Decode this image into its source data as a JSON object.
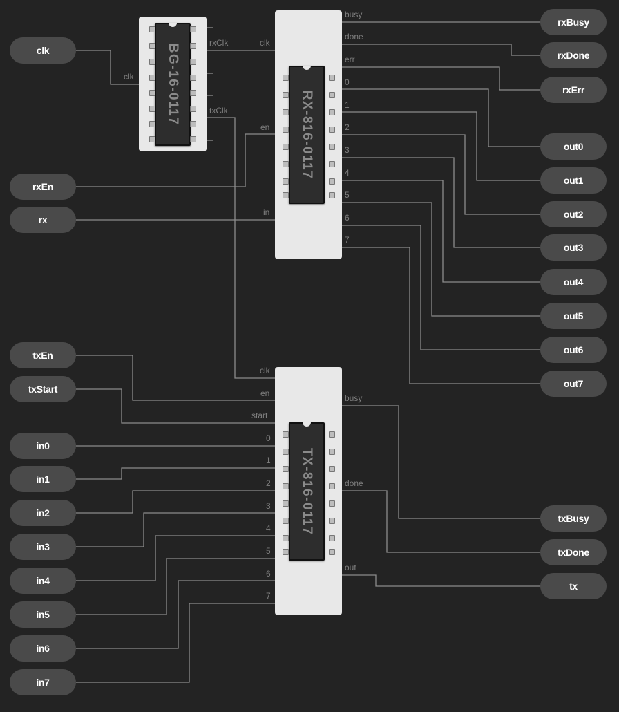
{
  "inputs": {
    "clk": "clk",
    "rxEn": "rxEn",
    "rx": "rx",
    "txEn": "txEn",
    "txStart": "txStart",
    "in0": "in0",
    "in1": "in1",
    "in2": "in2",
    "in3": "in3",
    "in4": "in4",
    "in5": "in5",
    "in6": "in6",
    "in7": "in7"
  },
  "outputs": {
    "rxBusy": "rxBusy",
    "rxDone": "rxDone",
    "rxErr": "rxErr",
    "out0": "out0",
    "out1": "out1",
    "out2": "out2",
    "out3": "out3",
    "out4": "out4",
    "out5": "out5",
    "out6": "out6",
    "out7": "out7",
    "txBusy": "txBusy",
    "txDone": "txDone",
    "tx": "tx"
  },
  "bg": {
    "name": "BG-16-0117",
    "in_clk": "clk",
    "out_rxClk": "rxClk",
    "out_txClk": "txClk"
  },
  "rxmod": {
    "name": "RX-816-0117",
    "in_clk": "clk",
    "in_en": "en",
    "in_in": "in",
    "out_busy": "busy",
    "out_done": "done",
    "out_err": "err",
    "out_0": "0",
    "out_1": "1",
    "out_2": "2",
    "out_3": "3",
    "out_4": "4",
    "out_5": "5",
    "out_6": "6",
    "out_7": "7"
  },
  "txmod": {
    "name": "TX-816-0117",
    "in_clk": "clk",
    "in_en": "en",
    "in_start": "start",
    "in_0": "0",
    "in_1": "1",
    "in_2": "2",
    "in_3": "3",
    "in_4": "4",
    "in_5": "5",
    "in_6": "6",
    "in_7": "7",
    "out_busy": "busy",
    "out_done": "done",
    "out_out": "out"
  },
  "colors": {
    "background": "#232323",
    "pill": "#4a4a4a",
    "wire": "#8c8c8c",
    "module": "#e8e8e8",
    "chip": "#2d2d2d"
  }
}
